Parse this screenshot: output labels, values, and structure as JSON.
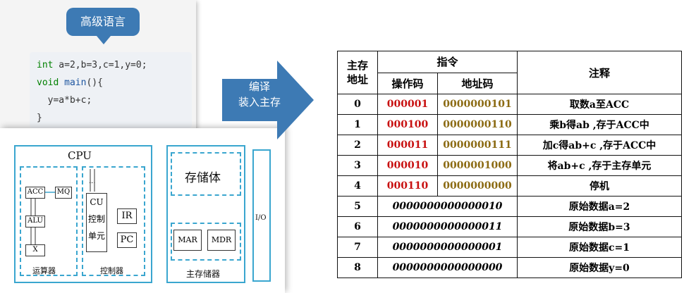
{
  "high_level_label": "高级语言",
  "code_lines": [
    "int a=2,b=3,c=1,y=0;",
    "void main(){",
    "  y=a*b+c;",
    "}"
  ],
  "code_tokens": {
    "l1_kw": "int",
    "l1_rest": " a=2,b=3,c=1,y=0;",
    "l2_kw": "void",
    "l2_sp": " ",
    "l2_fn": "main",
    "l2_rest": "(){",
    "l3": "  y=a*b+c;",
    "l4": "}"
  },
  "arrow": {
    "line1": "编译",
    "line2": "装入主存"
  },
  "hardware": {
    "cpu": "CPU",
    "acc": "ACC",
    "mq": "MQ",
    "alu": "ALU",
    "x": "X",
    "ellipsis": "...",
    "cu": "CU",
    "cu_sub1": "控制",
    "cu_sub2": "单元",
    "ir": "IR",
    "pc": "PC",
    "alu_group": "运算器",
    "ctrl_group": "控制器",
    "storage": "存储体",
    "mar": "MAR",
    "mdr": "MDR",
    "main_memory": "主存储器",
    "io": "I/O"
  },
  "table": {
    "h_addr1": "主存",
    "h_addr2": "地址",
    "h_instr": "指令",
    "h_opcode": "操作码",
    "h_addrcode": "地址码",
    "h_note": "注释",
    "rows": [
      {
        "addr": "0",
        "op": "000001",
        "ad": "0000000101",
        "note": "取数a至ACC"
      },
      {
        "addr": "1",
        "op": "000100",
        "ad": "0000000110",
        "note": "乘b得ab ,存于ACC中"
      },
      {
        "addr": "2",
        "op": "000011",
        "ad": "0000000111",
        "note": "加c得ab+c  ,存于ACC中"
      },
      {
        "addr": "3",
        "op": "000010",
        "ad": "0000001000",
        "note": "将ab+c ,存于主存单元"
      },
      {
        "addr": "4",
        "op": "000110",
        "ad": "0000000000",
        "note": "停机"
      },
      {
        "addr": "5",
        "data": "0000000000000010",
        "note": "原始数据a=2"
      },
      {
        "addr": "6",
        "data": "0000000000000011",
        "note": "原始数据b=3"
      },
      {
        "addr": "7",
        "data": "0000000000000001",
        "note": "原始数据c=1"
      },
      {
        "addr": "8",
        "data": "0000000000000000",
        "note": "原始数据y=0"
      }
    ]
  },
  "colors": {
    "opcode": "#c81010",
    "addrcode": "#8b6a12",
    "accent": "#3d7ab4",
    "hw_border": "#3aa6cf"
  }
}
